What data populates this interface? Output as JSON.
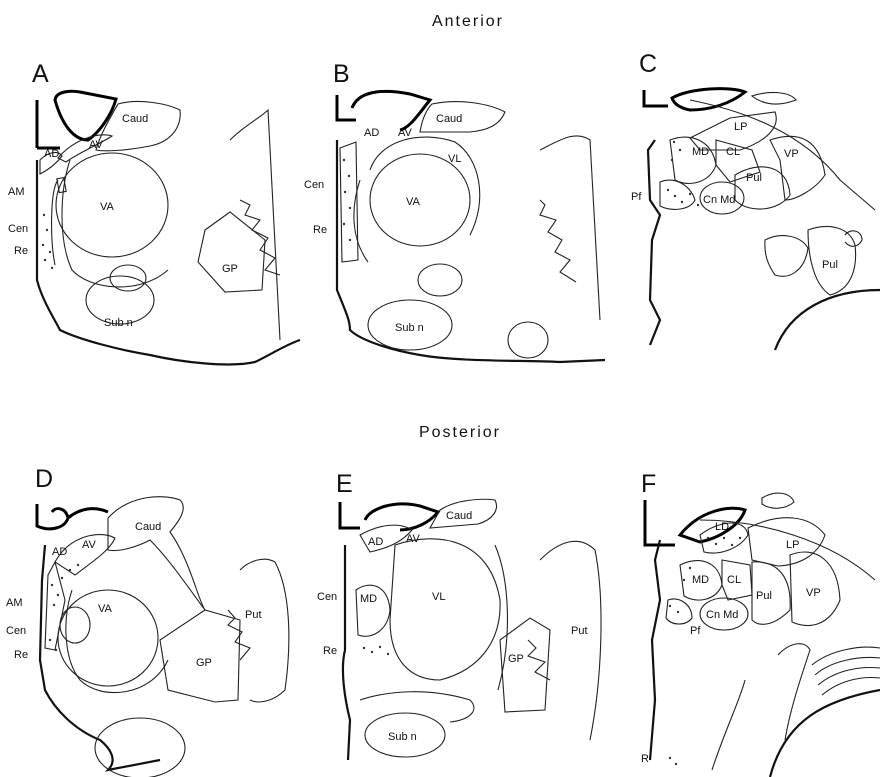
{
  "headings": {
    "anterior": "Anterior",
    "posterior": "Posterior"
  },
  "panels": [
    {
      "letter": "A",
      "labels": [
        "Caud",
        "AD",
        "AV",
        "AM",
        "VA",
        "Cen",
        "Re",
        "GP",
        "Sub n"
      ]
    },
    {
      "letter": "B",
      "labels": [
        "Caud",
        "AD",
        "AV",
        "VL",
        "Cen",
        "VA",
        "Re",
        "Sub n"
      ]
    },
    {
      "letter": "C",
      "labels": [
        "LP",
        "MD",
        "CL",
        "VP",
        "Pul",
        "Pf",
        "Cn Md",
        "Pul"
      ]
    },
    {
      "letter": "D",
      "labels": [
        "Caud",
        "AD",
        "AV",
        "AM",
        "VA",
        "Put",
        "Cen",
        "Re",
        "GP"
      ]
    },
    {
      "letter": "E",
      "labels": [
        "Caud",
        "AD",
        "AV",
        "Cen",
        "MD",
        "VL",
        "Put",
        "Re",
        "GP",
        "Sub n"
      ]
    },
    {
      "letter": "F",
      "labels": [
        "LD",
        "LP",
        "MD",
        "CL",
        "Pul",
        "VP",
        "Cn Md",
        "Pf",
        "R"
      ]
    }
  ],
  "colors": {
    "ink": "#111111",
    "background": "#ffffff"
  }
}
